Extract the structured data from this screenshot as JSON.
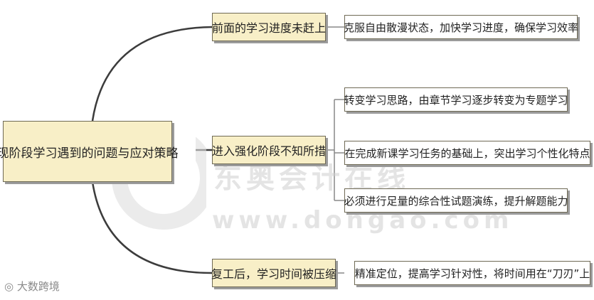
{
  "root": "现阶段学习遇到的问题与应对策略",
  "branches": [
    {
      "topic": "前面的学习进度未赶上",
      "items": [
        "克服自由散漫状态，加快学习进度，确保学习效率"
      ]
    },
    {
      "topic": "进入强化阶段不知所措",
      "items": [
        "转变学习思路，由章节学习逐步转变为专题学习",
        "在完成新课学习任务的基础上，突出学习个性化特点",
        "必须进行足量的综合性试题演练，提升解题能力"
      ]
    },
    {
      "topic": "复工后，学习时间被压缩",
      "items": [
        "精准定位，提高学习针对性，将时间用在“刀刃”上"
      ]
    }
  ],
  "watermark": {
    "brand": "东奥会计在线",
    "url": "www.dongao.com"
  },
  "source_mark": "大数跨境",
  "colors": {
    "topic_fill": "#f8efc7",
    "line": "#3c3c3c",
    "watermark": "#cfcfcf"
  }
}
